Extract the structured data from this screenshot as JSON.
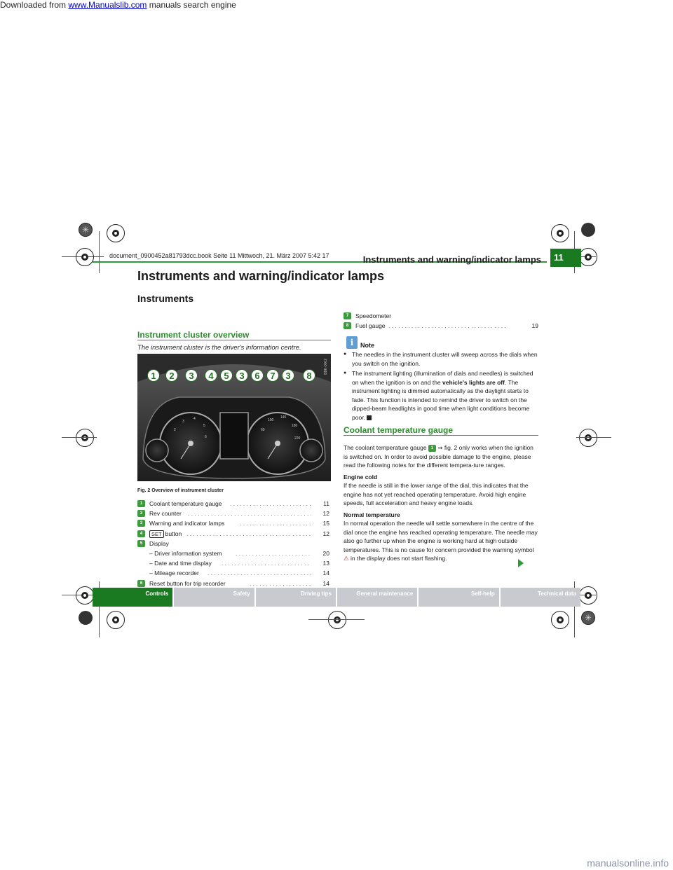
{
  "banner": {
    "prefix": "Downloaded from ",
    "link_text": "www.Manualslib.com",
    "suffix": " manuals search engine",
    "bottom_right": "manualsonline.info"
  },
  "file_info": "document_0900452a81793dcc.book  Seite 11  Mittwoch, 21. März 2007  5:42 17",
  "header": {
    "title": "Instruments and warning/indicator lamps",
    "page_number": "11"
  },
  "chapter_title": "Instruments and warning/indicator lamps",
  "section_title": "Instruments",
  "subsection_cluster": "Instrument cluster overview",
  "lead_text": "The instrument cluster is the driver's information centre.",
  "figure": {
    "caption": "Fig. 2  Overview of instrument cluster",
    "code": "BBK-0002",
    "callouts": [
      "1",
      "2",
      "3",
      "4",
      "5",
      "3",
      "6",
      "7",
      "3",
      "8"
    ]
  },
  "list": [
    {
      "num": "1",
      "text": "Coolant temperature gauge",
      "page": "11"
    },
    {
      "num": "2",
      "text": "Rev counter",
      "page": "12"
    },
    {
      "num": "3",
      "text": "Warning and indicator lamps",
      "page": "15"
    },
    {
      "num": "4",
      "text": "button",
      "set": "SET",
      "page": "12"
    },
    {
      "num": "5",
      "text": "Display",
      "page": ""
    },
    {
      "num": "",
      "text": "– Driver information system",
      "page": "20"
    },
    {
      "num": "",
      "text": "– Date and time display",
      "page": "13"
    },
    {
      "num": "",
      "text": "– Mileage recorder",
      "page": "14"
    },
    {
      "num": "6",
      "text": "Reset button for trip recorder",
      "page": "14"
    }
  ],
  "right_list": [
    {
      "num": "7",
      "text": "Speedometer",
      "page": ""
    },
    {
      "num": "8",
      "text": "Fuel gauge",
      "page": "19"
    }
  ],
  "note": {
    "title": "Note",
    "bullet1": "The needles in the instrument cluster will sweep across the dials when you switch on the ignition.",
    "bullet2_a": "The instrument lighting (illumination of dials and needles) is switched on when the ignition is on and the ",
    "bullet2_bold": "vehicle's lights are off",
    "bullet2_b": ". The instrument lighting is dimmed automatically as the daylight starts to fade. This function is intended to remind the driver to switch on the dipped-beam headlights in good time when light conditions become poor."
  },
  "coolant": {
    "title": "Coolant temperature gauge",
    "intro_a": "The coolant temperature gauge ",
    "intro_num": "1",
    "intro_b": " ⇒ fig. 2 only works when the ignition is switched on. In order to avoid possible damage to the engine, please read the following notes for the different tempera-ture ranges.",
    "cold_head": "Engine cold",
    "cold_text": "If the needle is still in the lower range of the dial, this indicates that the engine has not yet reached operating temperature. Avoid high engine speeds, full acceleration and heavy engine loads.",
    "normal_head": "Normal temperature",
    "normal_text_a": "In normal operation the needle will settle somewhere in the centre of the dial once the engine has reached operating temperature. The needle may also go further up when the engine is working hard at high outside temperatures. This is no cause for concern provided the warning symbol ",
    "normal_text_b": " in the display does not start flashing."
  },
  "tabs": [
    "Controls",
    "Safety",
    "Driving tips",
    "General maintenance",
    "Self-help",
    "Technical data"
  ],
  "colors": {
    "accent_green": "#1a7a22",
    "rule_green": "#2f9a3a",
    "tab_gray": "#c8cad0"
  }
}
